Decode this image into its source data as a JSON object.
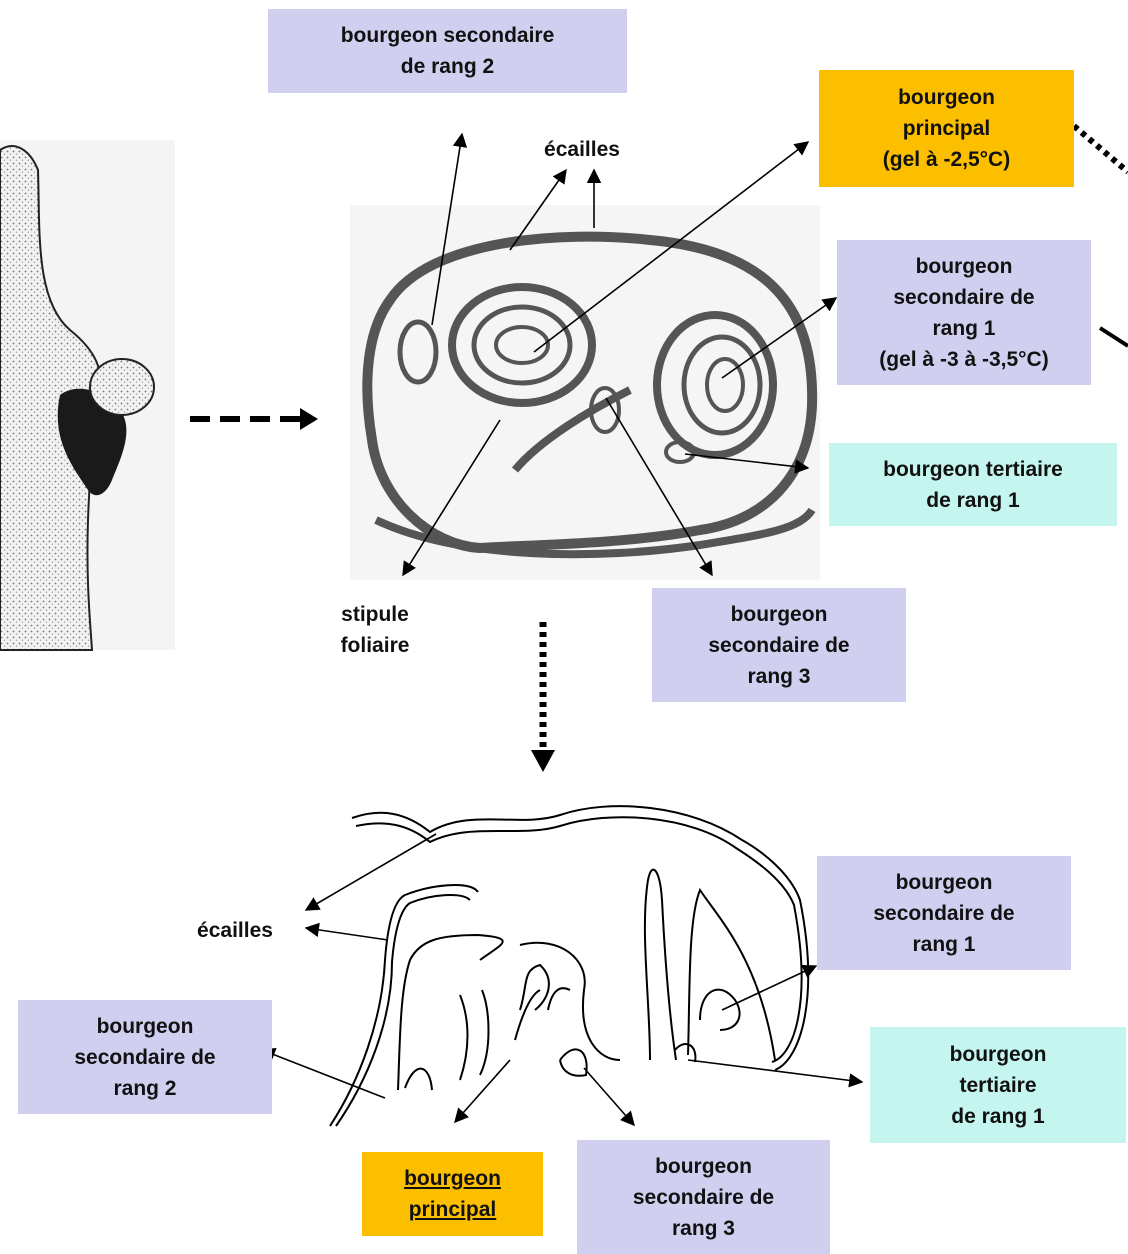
{
  "colors": {
    "secondary": "#d0cff0",
    "principal": "#fbbf00",
    "tertiary": "#c4f5ee"
  },
  "top_section": {
    "bud_secondary_rank2": "bourgeon secondaire\nde rang 2",
    "scales": "écailles",
    "bud_principal": "bourgeon\nprincipal\n(gel à -2,5°C)",
    "bud_secondary_rank1": "bourgeon\nsecondaire de\nrang 1\n(gel à -3 à -3,5°C)",
    "bud_tertiary_rank1": "bourgeon tertiaire\nde rang 1",
    "stipule": "stipule\nfoliaire",
    "bud_secondary_rank3": "bourgeon\nsecondaire de\nrang 3"
  },
  "bottom_section": {
    "scales": "écailles",
    "bud_secondary_rank1": "bourgeon\nsecondaire de\nrang 1",
    "bud_secondary_rank2": "bourgeon\nsecondaire de\nrang 2",
    "bud_tertiary_rank1": "bourgeon\ntertiaire\nde rang 1",
    "bud_principal": "bourgeon\nprincipal",
    "bud_secondary_rank3": "bourgeon\nsecondaire de\nrang 3"
  }
}
